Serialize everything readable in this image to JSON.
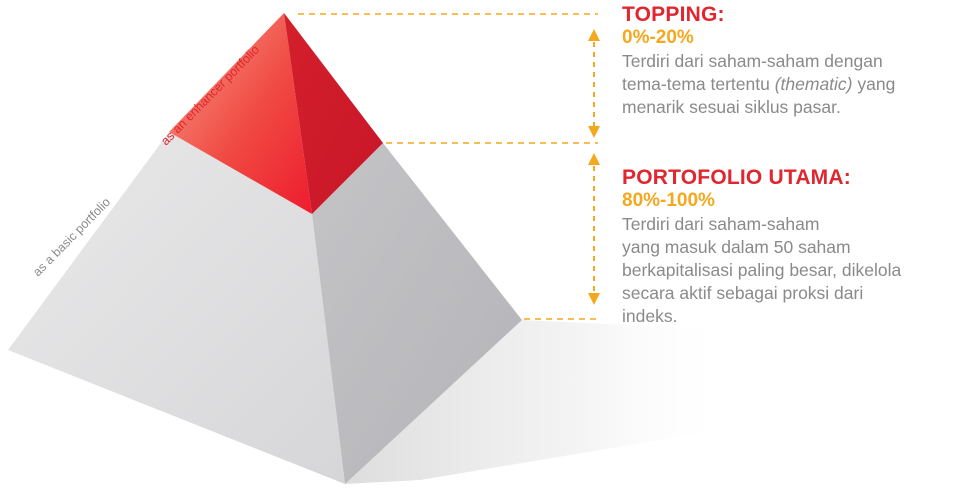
{
  "pyramid": {
    "top_label": "as an enhancer portfolio",
    "base_label": "as a basic portfolio"
  },
  "topping": {
    "heading": "TOPPING:",
    "range": "0%-20%",
    "desc_line1": "Terdiri dari saham-saham dengan",
    "desc_line2_pre": "tema-tema tertentu ",
    "desc_line2_italic": "(thematic)",
    "desc_line2_post": " yang",
    "desc_line3": "menarik sesuai siklus pasar."
  },
  "main": {
    "heading": "PORTOFOLIO UTAMA:",
    "range": "80%-100%",
    "desc_lines": [
      "Terdiri dari saham-saham",
      "yang masuk dalam 50 saham",
      "berkapitalisasi paling besar, dikelola",
      "secara aktif sebagai proksi dari",
      "indeks."
    ]
  },
  "colors": {
    "red": "#e0262e",
    "orange": "#f4a81d",
    "gray_text": "#8a8a8a"
  }
}
